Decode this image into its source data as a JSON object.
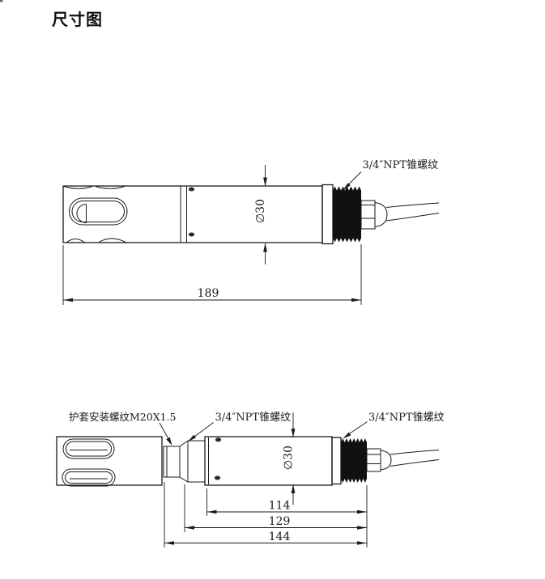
{
  "page": {
    "title": "尺寸图",
    "background": "#ffffff",
    "line_color": "#1a1a1a"
  },
  "top_drawing": {
    "npt_label": "3/4″NPT锥螺纹",
    "diameter": "∅30",
    "length": "189"
  },
  "bottom_drawing": {
    "sheath_label": "护套安装螺纹M20X1.5",
    "npt_label_left": "3/4″NPT锥螺纹",
    "npt_label_right": "3/4″NPT锥螺纹",
    "diameter": "∅30",
    "dim_inner": "114",
    "dim_middle": "129",
    "dim_outer": "144"
  }
}
